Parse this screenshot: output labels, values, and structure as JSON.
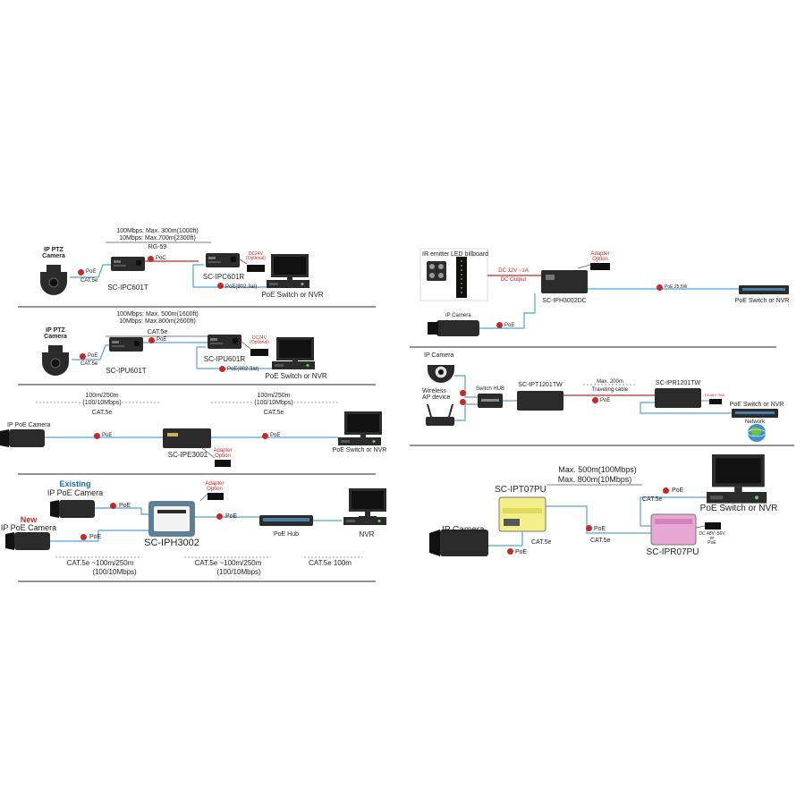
{
  "colors": {
    "cable_blue": "#4fa3d8",
    "cable_red": "#c62828",
    "device_dark": "#2b2b2b",
    "divider": "#555555",
    "poe_dot": "#c62828",
    "label_existing": "#1565c0",
    "label_new": "#c62828",
    "yellow_unit": "#f2ee8a",
    "pink_unit": "#e6a7d4"
  },
  "icons": [
    "ptz-camera-icon",
    "bullet-camera-icon",
    "dome-camera-icon",
    "monitor-icon",
    "nvr-icon",
    "switch-icon",
    "router-icon",
    "globe-icon",
    "poe-dot-icon"
  ],
  "sec1": {
    "camera": "IP PTZ\nCamera",
    "speed1": "100Mbps: Max. 300m(1000ft)",
    "speed2": "10Mbps: Max.700m(2300ft)",
    "cable": "RG-59",
    "poe_left": "PoE",
    "cat_left": "CAT.5e",
    "poc": "PoC",
    "tx": "SC-IPC601T",
    "rx": "SC-IPC601R",
    "adapter": "DC24V\n(Optional)",
    "poe_right": "PoE(802.3at)",
    "nvr": "PoE Switch or NVR"
  },
  "sec2": {
    "camera": "IP PTZ\nCamera",
    "speed1": "100Mbps: Max. 500m(1600ft)",
    "speed2": "10Mbps: Max.800m(2600ft)",
    "cable": "CAT.5e",
    "poe_left": "PoE",
    "cat_left": "CAT.5e",
    "poe_mid": "PoE",
    "tx": "SC-IPU601T",
    "rx": "SC-IPU601R",
    "adapter": "DC24V\n(Optional)",
    "poe_right": "PoE(802.3at)",
    "nvr": "PoE Switch or NVR"
  },
  "sec3": {
    "camera": "IP PoE Camera",
    "dist_left1": "100m/250m",
    "dist_left2": "(100/10Mbps)",
    "cat_left": "CAT.5e",
    "dist_right1": "100m/250m",
    "dist_right2": "(100/10Mbps)",
    "cat_right": "CAT.5e",
    "poe_left": "PoE",
    "poe_right": "PoE",
    "device": "SC-IPE3001",
    "adapter": "Adapter\nOption",
    "nvr": "PoE Switch or NVR"
  },
  "sec4": {
    "existing": "Existing",
    "existing_cam": "IP PoE Camera",
    "new": "New",
    "new_cam": "IP PoE Camera",
    "poe1": "PoE",
    "poe2": "PoE",
    "poe3": "PoE",
    "device": "SC-IPH3002",
    "adapter": "Adapter\nOption",
    "hub": "PoE Hub",
    "nvr": "NVR",
    "dist1a": "CAT.5e ~100m/250m",
    "dist1b": "(100/10Mbps)",
    "dist2a": "CAT.5e ~100m/250m",
    "dist2b": "(100/10Mbps)",
    "dist3": "CAT.5e 100m"
  },
  "sec5": {
    "ir": "IR emitter",
    "led": "LED billboard",
    "dc1": "DC 12V ~1A",
    "dc2": "DC Output",
    "adapter": "Adapter\nOption",
    "device": "SC-IPH3002DC",
    "poe_out": "PoE 25.5W",
    "camera": "IP Camera",
    "poe": "PoE",
    "switch": "PoE Switch or NVR"
  },
  "sec6": {
    "camera": "IP Camera",
    "ap": "Wireless\nAP device",
    "hub": "Switch HUB",
    "tx": "SC-IPT1201TW",
    "dist": "Max. 200m",
    "cable": "Traveling cable",
    "poe": "PoE",
    "rx": "SC-IPR1201TW",
    "dc": "DC48V~56V",
    "switch": "PoE Switch or NVR",
    "network": "Network"
  },
  "sec7": {
    "speed1": "Max. 500m(100Mbps)",
    "speed2": "Max. 800m(10Mbps)",
    "tx": "SC-IPT07PU",
    "camera": "IP Camera",
    "cat_a": "CAT.5e",
    "poe_a": "PoE",
    "poe_b": "PoE",
    "cat_b": "CAT.5e",
    "cat_c": "CAT.5e",
    "poe_c": "PoE",
    "nvr": "PoE Switch or NVR",
    "rx": "SC-IPR07PU",
    "dc": "DC 48V~56V\nor\nPoE"
  }
}
